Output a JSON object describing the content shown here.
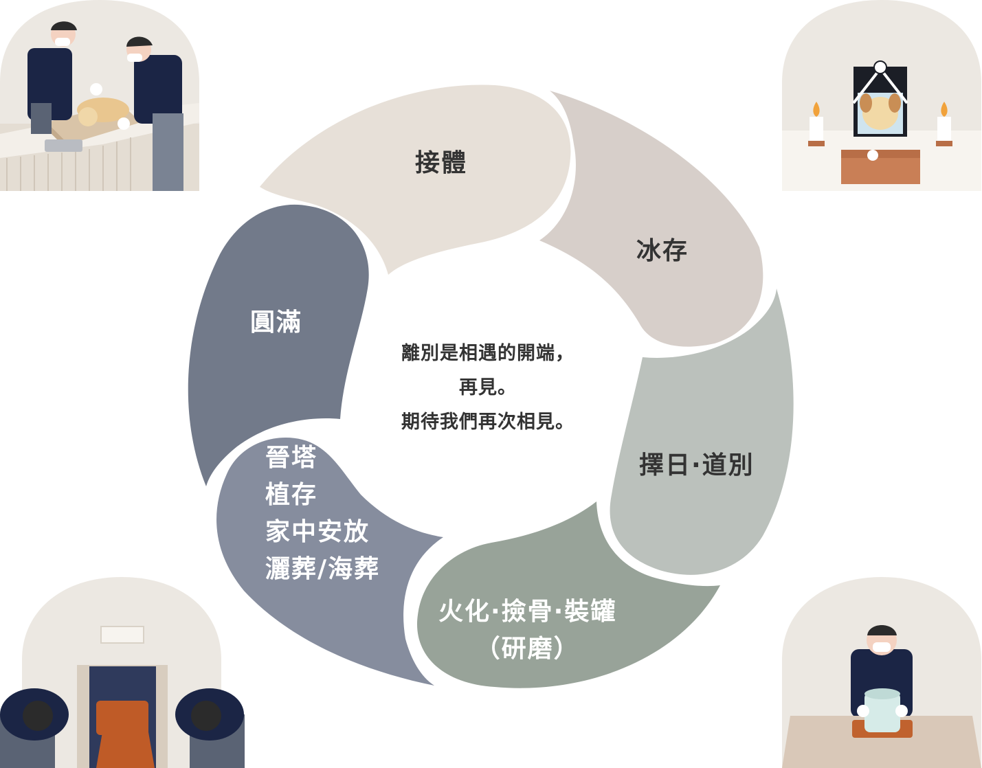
{
  "diagram": {
    "center_lines": [
      "離別是相遇的開端，",
      "再見。",
      "期待我們再次相見。"
    ],
    "steps": [
      {
        "label": "接體",
        "color": "#e7e0d8"
      },
      {
        "label": "冰存",
        "color": "#d7cfca"
      },
      {
        "label": "擇日·道別",
        "color": "#bbc1bc"
      },
      {
        "label_lines": [
          "火化·撿骨·裝罐",
          "（研磨）"
        ],
        "color": "#98a399"
      },
      {
        "label_lines": [
          "晉塔",
          "植存",
          "家中安放",
          "灑葬/海葬"
        ],
        "color": "#868d9e"
      },
      {
        "label": "圓滿",
        "color": "#727a8a"
      }
    ]
  },
  "illustrations": [
    {
      "icon": "staff-receiving-pet-illustration"
    },
    {
      "icon": "pet-memorial-altar-illustration"
    },
    {
      "icon": "cremation-farewell-illustration"
    },
    {
      "icon": "urn-handover-illustration"
    }
  ]
}
